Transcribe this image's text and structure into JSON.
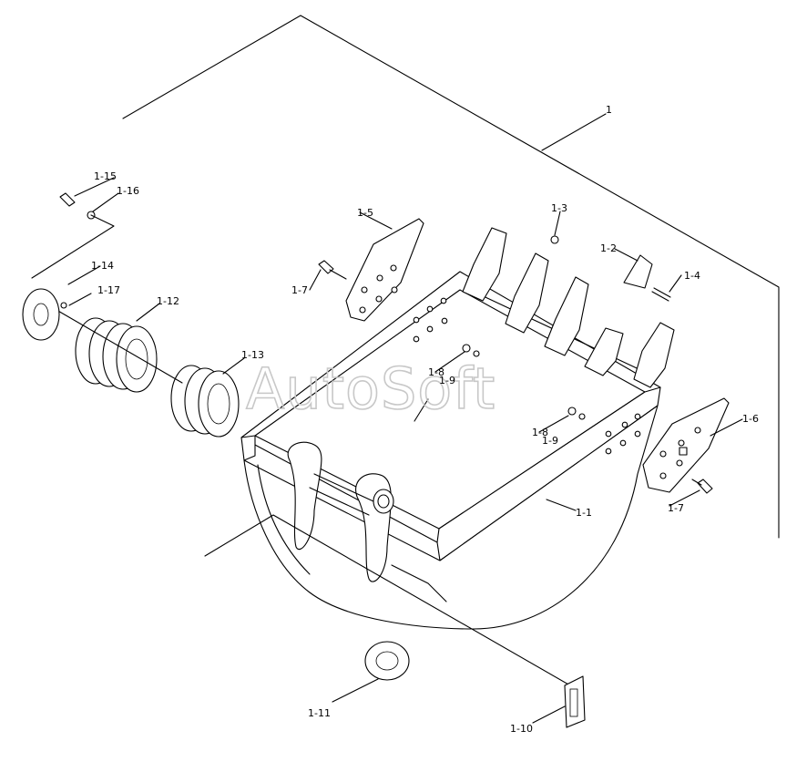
{
  "watermark": "AutoSoft",
  "labels": {
    "l1": "1",
    "l1_1": "1-1",
    "l1_2": "1-2",
    "l1_3": "1-3",
    "l1_4": "1-4",
    "l1_5": "1-5",
    "l1_6": "1-6",
    "l1_7a": "1-7",
    "l1_7b": "1-7",
    "l1_8a": "1-8",
    "l1_9a": "1-9",
    "l1_8b": "1-8",
    "l1_9b": "1-9",
    "l1_10": "1-10",
    "l1_11": "1-11",
    "l1_12": "1-12",
    "l1_13": "1-13",
    "l1_14": "1-14",
    "l1_15": "1-15",
    "l1_16": "1-16",
    "l1_17": "1-17"
  }
}
